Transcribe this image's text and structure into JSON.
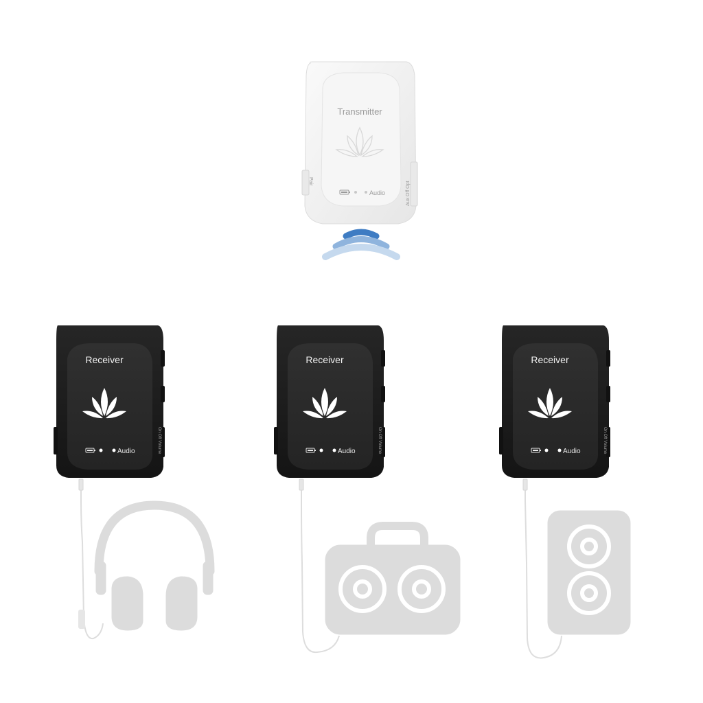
{
  "transmitter": {
    "label": "Transmitter",
    "audio_label": "Audio",
    "side_left_label": "Pair",
    "side_right_label": "Aux Off Opt",
    "body_color": "#f1f1f1",
    "wave_colors": [
      "#3e7cc3",
      "#8fb4dd",
      "#c5d9ee"
    ]
  },
  "receivers": [
    {
      "label": "Receiver",
      "audio_label": "Audio",
      "side_label": "On Off Volume"
    },
    {
      "label": "Receiver",
      "audio_label": "Audio",
      "side_label": "On Off Volume"
    },
    {
      "label": "Receiver",
      "audio_label": "Audio",
      "side_label": "On Off Volume"
    }
  ],
  "receiver_color": "#1e1e1e",
  "devices": [
    {
      "icon": "headphones-icon"
    },
    {
      "icon": "boombox-icon"
    },
    {
      "icon": "speaker-icon"
    }
  ],
  "device_color": "#dcdcdc"
}
